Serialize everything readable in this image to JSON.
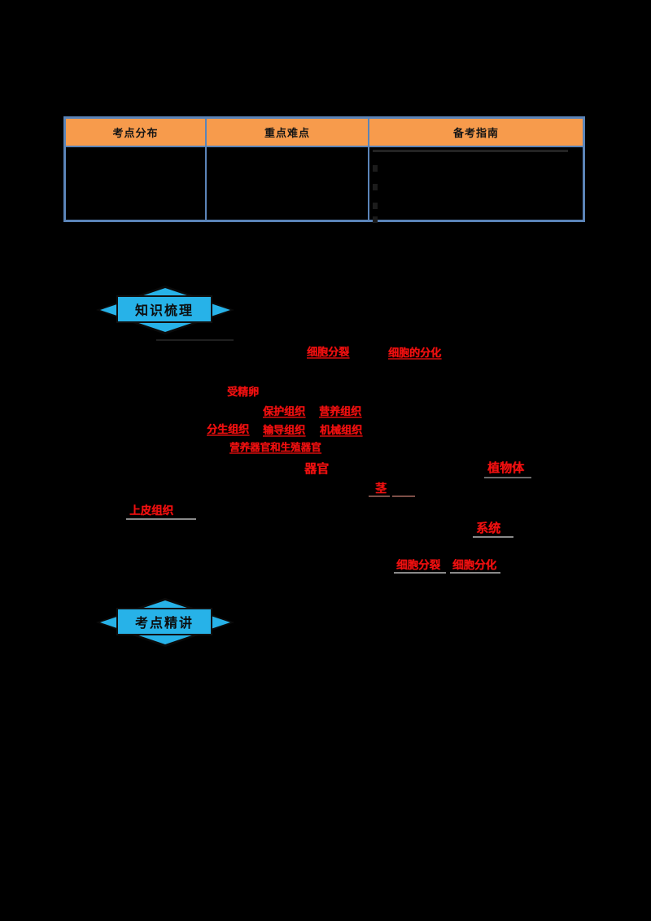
{
  "table": {
    "border_color": "#5b84b8",
    "header_bg": "#f79b4c",
    "headers": [
      "考点分布",
      "重点难点",
      "备考指南"
    ]
  },
  "badges": {
    "color": "#27b2e8",
    "knowledge_label": "知识梳理",
    "examples_label": "考点精讲"
  },
  "outline": {
    "answer_color": "#ee1111",
    "fragments": [
      {
        "text": "细胞分裂"
      },
      {
        "text": "细胞的分化"
      },
      {
        "text": "受精卵"
      },
      {
        "text": "保护组织"
      },
      {
        "text": "营养组织"
      },
      {
        "text": "分生组织"
      },
      {
        "text": "输导组织"
      },
      {
        "text": "机械组织"
      },
      {
        "text": "营养器官和生殖器官"
      },
      {
        "text": "器官"
      },
      {
        "text": "植物体"
      },
      {
        "text": "茎"
      },
      {
        "text": "上皮组织"
      },
      {
        "text": "系统"
      },
      {
        "text": "细胞分裂"
      },
      {
        "text": "细胞分化"
      }
    ]
  }
}
